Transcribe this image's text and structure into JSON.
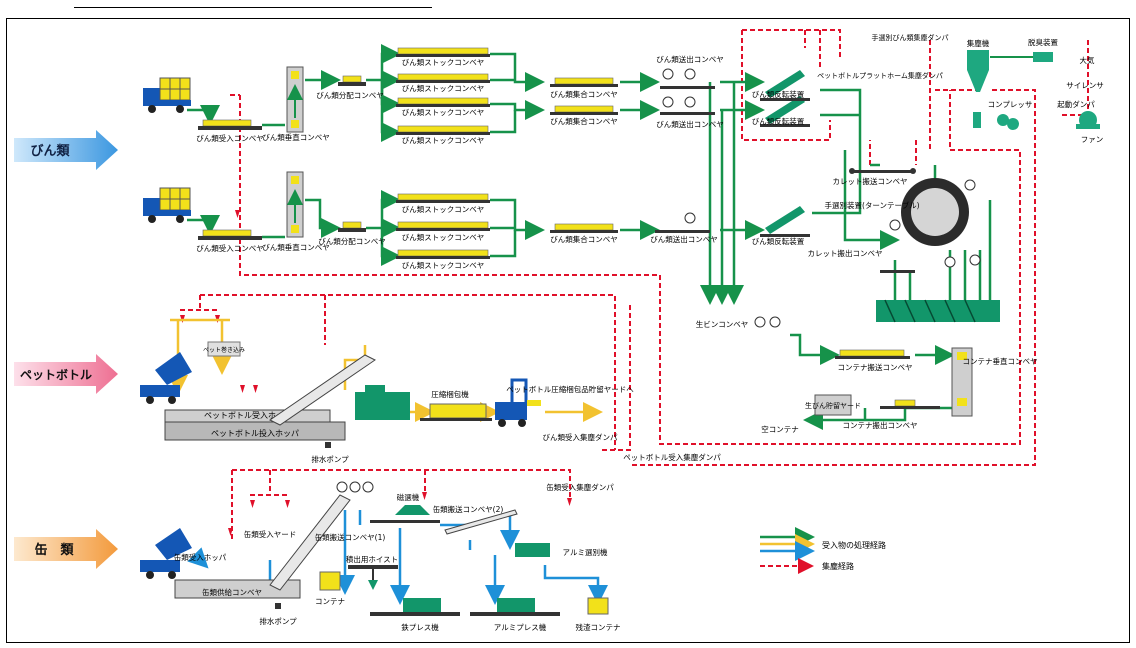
{
  "colors": {
    "route_green": "#16924a",
    "route_yellow": "#f2c230",
    "route_blue": "#1e90d8",
    "collect_red": "#e0102a",
    "machine_green": "#12966a",
    "machine_dark": "#2b2b2b",
    "cat_bin": "#4aa6e8",
    "cat_pet": "#f07a9a",
    "cat_can": "#f4a040"
  },
  "categories": {
    "bin": "びん類",
    "pet": "ペットボトル",
    "can": "缶　類"
  },
  "labels": {
    "bin_recv_1": "びん類受入コンベヤ",
    "bin_recv_2": "びん類受入コンベヤ",
    "bin_vert_1": "びん類垂直コンベヤ",
    "bin_vert_2": "びん類垂直コンベヤ",
    "bin_dist_1": "びん類分配コンベヤ",
    "bin_dist_2": "びん類分配コンベヤ",
    "stock_1": "びん類ストックコンベヤ",
    "stock_2": "びん類ストックコンベヤ",
    "stock_3": "びん類ストックコンベヤ",
    "stock_4": "びん類ストックコンベヤ",
    "stock_5": "びん類ストックコンベヤ",
    "stock_6": "びん類ストックコンベヤ",
    "stock_7": "びん類ストックコンベヤ",
    "merge_1": "びん類集合コンベヤ",
    "merge_2": "びん類集合コンベヤ",
    "merge_3": "びん類集合コンベヤ",
    "out_1": "びん類送出コンベヤ",
    "out_2": "びん類送出コンベヤ",
    "out_3": "びん類送出コンベヤ",
    "rev_1": "びん類反転装置",
    "rev_2": "びん類反転装置",
    "rev_3": "びん類反転装置",
    "hand_damper": "手選別びん類集塵ダンパ",
    "pet_platform_damper": "ペットボトルプラットホーム集塵ダンパ",
    "dust_collector": "集塵機",
    "deodorizer": "脱臭装置",
    "compressor": "コンプレッサ",
    "atmosphere": "大気",
    "silencer": "サイレンサ",
    "start_damper": "起動ダンパ",
    "fan": "ファン",
    "cullet": "カレット搬送コンベヤ",
    "turntable": "手選別装置(ターンテーブル)",
    "cullet_out": "カレット搬出コンベヤ",
    "raw_bin": "生ビンコンベヤ",
    "container_conv": "コンテナ搬送コンベヤ",
    "container_vert": "コンテナ垂直コンベヤ",
    "raw_bin_yard": "生びん貯留ヤード",
    "container_out": "コンテナ搬出コンベヤ",
    "empty_container": "空コンテナ",
    "pet_hopper": "ペットボトル受入ホッパ",
    "pet_input_hopper": "ペットボトル投入ホッパ",
    "pet_dropzone": "ペット巻き込み",
    "drain_pump_1": "排水ポンプ",
    "compressor_pack": "圧縮梱包機",
    "pet_yard": "ペットボトル圧縮梱包品貯留ヤードへ",
    "bin_recv_damper": "びん類受入集塵ダンパ",
    "pet_recv_damper": "ペットボトル受入集塵ダンパ",
    "can_recv_damper": "缶類受入集塵ダンパ",
    "can_hopper": "缶類受入ホッパ",
    "can_yard": "缶類受入ヤード",
    "can_feed": "缶類供給コンベヤ",
    "drain_pump_2": "排水ポンプ",
    "can_conv1": "缶類搬送コンベヤ(1)",
    "magnet": "磁選機",
    "can_conv2": "缶類搬送コンベヤ(2)",
    "hoist": "積出用ホイスト",
    "container": "コンテナ",
    "alu_sorter": "アルミ選別機",
    "iron_press": "鉄プレス機",
    "alu_press": "アルミプレス機",
    "residue": "残渣コンテナ"
  },
  "legend": {
    "route": "受入物の処理経路",
    "collect": "集塵経路"
  }
}
